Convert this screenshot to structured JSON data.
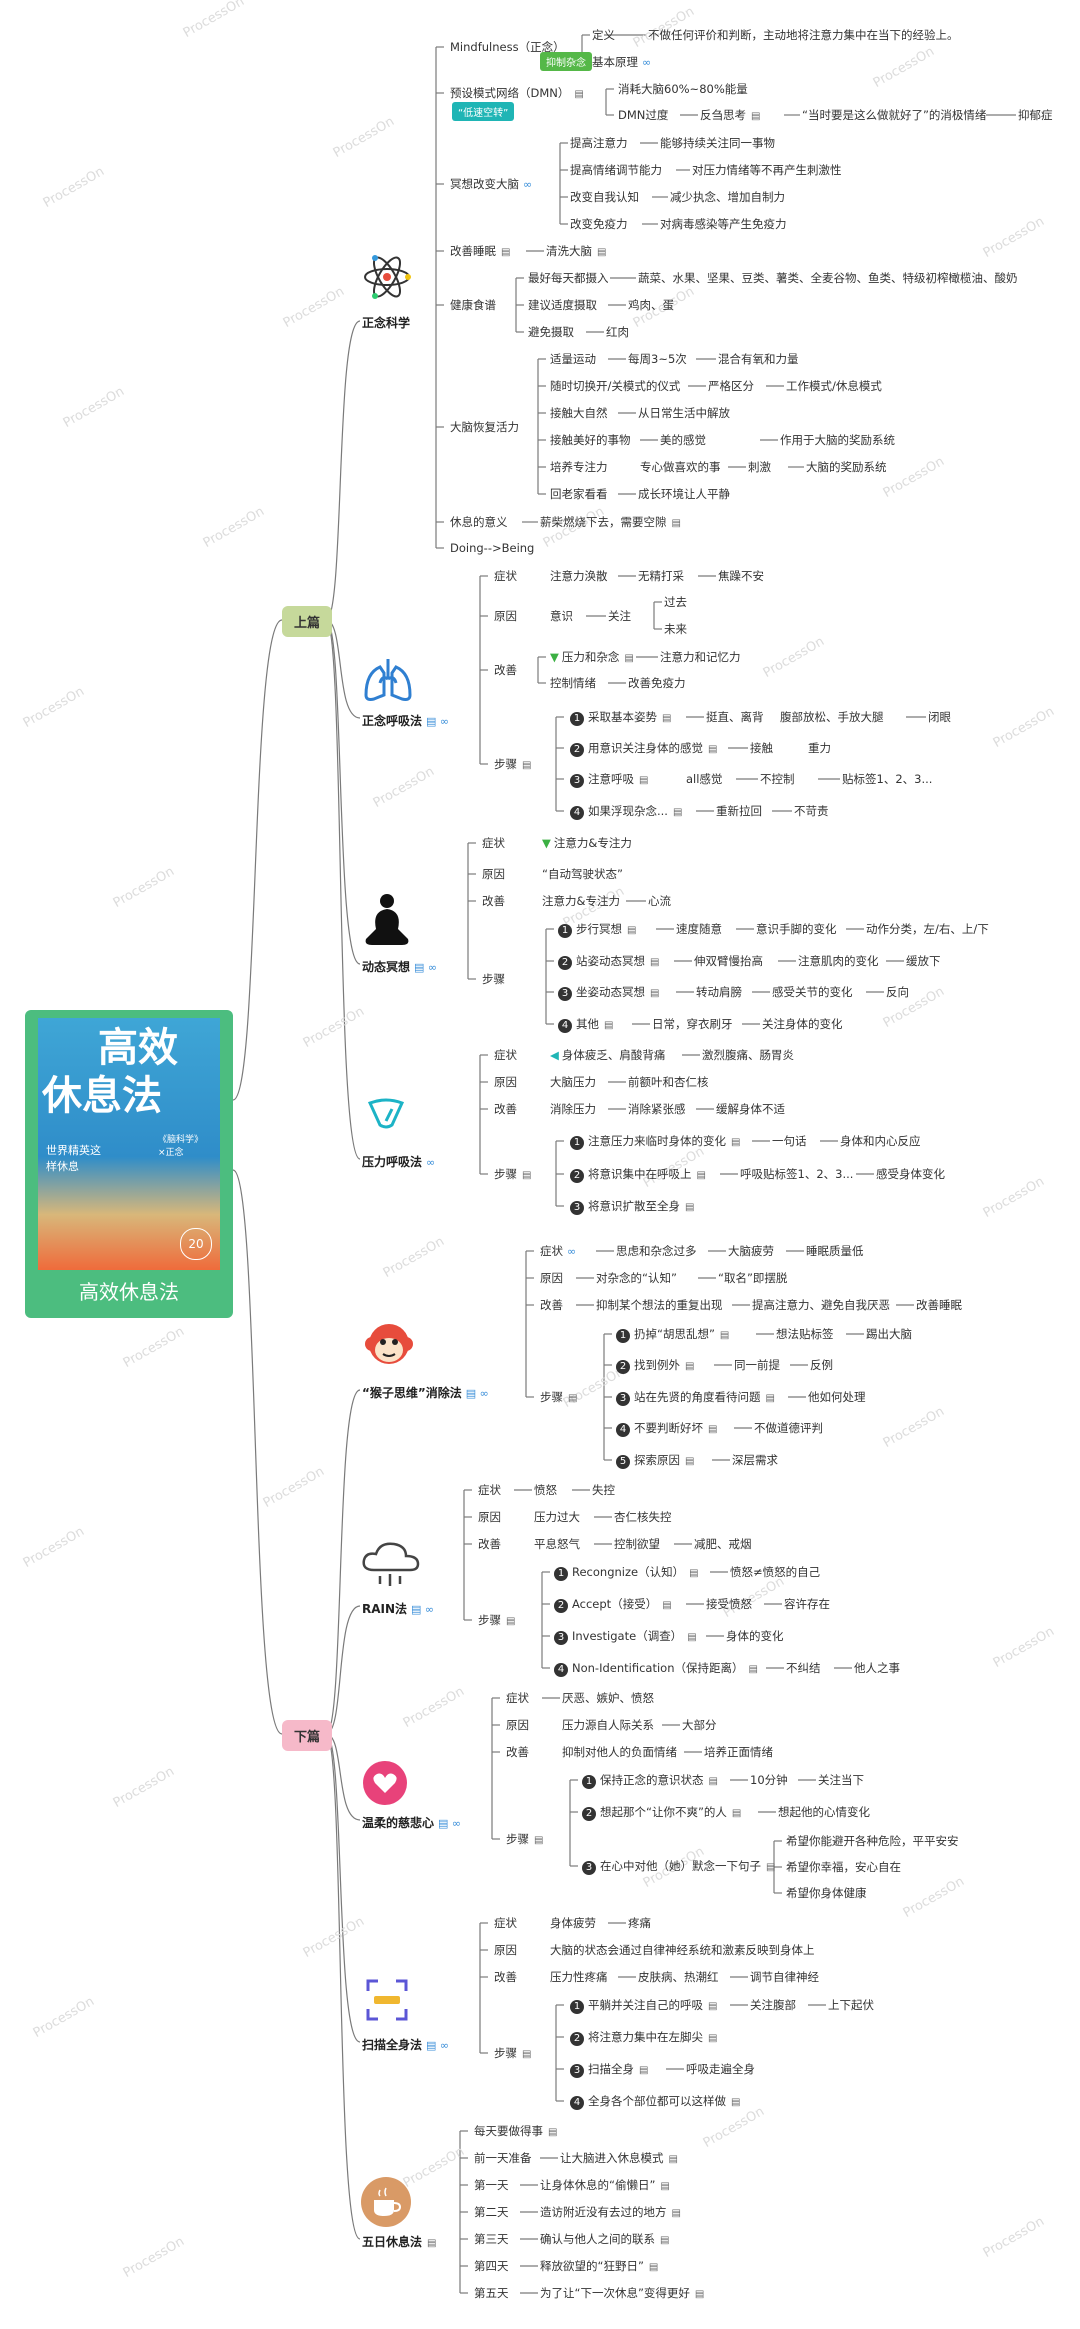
{
  "book": {
    "cover_title_1": "高效",
    "cover_title_2": "休息法",
    "cover_sub": "世界精英这样休息",
    "cover_bubble": "《脑科学》×正念",
    "title": "高效休息法"
  },
  "halves": {
    "upper": "上篇",
    "lower": "下篇"
  },
  "categories": [
    "正念科学",
    "正念呼吸法",
    "动态冥想",
    "压力呼吸法",
    "“猴子思维”消除法",
    "RAIN法",
    "温柔的慈悲心",
    "扫描全身法",
    "五日休息法"
  ],
  "tags": [
    "抑制杂念",
    "“低速空转”"
  ],
  "nodes": [
    "Mindfulness（正念）",
    "定义",
    "不做任何评价和判断，主动地将注意力集中在当下的经验上。",
    "基本原理",
    "预设模式网络（DMN）",
    "消耗大脑60%~80%能量",
    "DMN过度",
    "反刍思考",
    "“当时要是这么做就好了”的消极情绪",
    "抑郁症",
    "冥想改变大脑",
    "提高注意力",
    "能够持续关注同一事物",
    "提高情绪调节能力",
    "对压力情绪等不再产生刺激性",
    "改变自我认知",
    "减少执念、增加自制力",
    "改变免疫力",
    "对病毒感染等产生免疫力",
    "改善睡眠",
    "清洗大脑",
    "健康食谱",
    "最好每天都摄入",
    "蔬菜、水果、坚果、豆类、薯类、全麦谷物、鱼类、特级初榨橄榄油、酸奶",
    "建议适度摄取",
    "鸡肉、蛋",
    "避免摄取",
    "红肉",
    "大脑恢复活力",
    "适量运动",
    "每周3~5次",
    "混合有氧和力量",
    "随时切换开/关模式的仪式",
    "严格区分",
    "工作模式/休息模式",
    "接触大自然",
    "从日常生活中解放",
    "接触美好的事物",
    "美的感觉",
    "作用于大脑的奖励系统",
    "培养专注力",
    "专心做喜欢的事",
    "刺激",
    "大脑的奖励系统",
    "回老家看看",
    "成长环境让人平静",
    "休息的意义",
    "薪柴燃烧下去，需要空隙",
    "Doing-->Being",
    "症状",
    "注意力涣散",
    "无精打采",
    "焦躁不安",
    "原因",
    "意识",
    "关注",
    "过去",
    "未来",
    "改善",
    "压力和杂念",
    "注意力和记忆力",
    "控制情绪",
    "改善免疫力",
    "步骤",
    "采取基本姿势",
    "挺直、离背",
    "腹部放松、手放大腿",
    "闭眼",
    "用意识关注身体的感觉",
    "接触",
    "重力",
    "注意呼吸",
    "all感觉",
    "不控制",
    "贴标签1、2、3...",
    "如果浮现杂念...",
    "重新拉回",
    "不苛责",
    "注意力&专注力",
    "“自动驾驶状态”",
    "心流",
    "步行冥想",
    "速度随意",
    "意识手脚的变化",
    "动作分类，左/右、上/下",
    "站姿动态冥想",
    "伸双臂慢抬高",
    "注意肌肉的变化",
    "缓放下",
    "坐姿动态冥想",
    "转动肩膀",
    "感受关节的变化",
    "反向",
    "其他",
    "日常，穿衣刷牙",
    "关注身体的变化",
    "身体疲乏、肩酸背痛",
    "激烈腹痛、肠胃炎",
    "大脑压力",
    "前额叶和杏仁核",
    "消除压力",
    "消除紧张感",
    "缓解身体不适",
    "注意压力来临时身体的变化",
    "一句话",
    "身体和内心反应",
    "将意识集中在呼吸上",
    "呼吸贴标签1、2、3...",
    "感受身体变化",
    "将意识扩散至全身",
    "思虑和杂念过多",
    "大脑疲劳",
    "睡眠质量低",
    "对杂念的“认知”",
    "“取名”即摆脱",
    "抑制某个想法的重复出现",
    "提高注意力、避免自我厌恶",
    "改善睡眠",
    "扔掉“胡思乱想”",
    "想法贴标签",
    "踢出大脑",
    "找到例外",
    "同一前提",
    "反例",
    "站在先贤的角度看待问题",
    "他如何处理",
    "不要判断好坏",
    "不做道德评判",
    "探索原因",
    "深层需求",
    "愤怒",
    "失控",
    "压力过大",
    "杏仁核失控",
    "平息怒气",
    "控制欲望",
    "减肥、戒烟",
    "Recongnize（认知）",
    "愤怒≠愤怒的自己",
    "Accept（接受）",
    "接受愤怒",
    "容许存在",
    "Investigate（调查）",
    "身体的变化",
    "Non-Identification（保持距离）",
    "不纠结",
    "他人之事",
    "厌恶、嫉妒、愤怒",
    "压力源自人际关系",
    "大部分",
    "抑制对他人的负面情绪",
    "培养正面情绪",
    "保持正念的意识状态",
    "10分钟",
    "关注当下",
    "想起那个“让你不爽”的人",
    "想起他的心情变化",
    "在心中对他（她）默念一下句子",
    "希望你能避开各种危险，平平安安",
    "希望你幸福，安心自在",
    "希望你身体健康",
    "身体疲劳",
    "疼痛",
    "大脑的状态会通过自律神经系统和激素反映到身体上",
    "压力性疼痛",
    "皮肤病、热潮红",
    "调节自律神经",
    "平躺并关注自己的呼吸",
    "关注腹部",
    "上下起伏",
    "将注意力集中在左脚尖",
    "扫描全身",
    "呼吸走遍全身",
    "全身各个部位都可以这样做",
    "每天要做得事",
    "前一天准备",
    "让大脑进入休息模式",
    "第一天",
    "让身体休息的“偷懒日”",
    "第二天",
    "造访附近没有去过的地方",
    "第三天",
    "确认与他人之间的联系",
    "第四天",
    "释放欲望的“狂野日”",
    "第五天",
    "为了让“下一次休息”变得更好"
  ],
  "step_numbers": [
    "1",
    "2",
    "3",
    "4",
    "5"
  ],
  "watermark": "ProcessOn",
  "colors": {
    "branch": "#7a7a7a",
    "green_tag": "#55b848",
    "teal_tag": "#1fb5b5",
    "upper_fill": "#c6d99b",
    "lower_fill": "#f6b9c9",
    "book_frame": "#4cbd7f"
  }
}
